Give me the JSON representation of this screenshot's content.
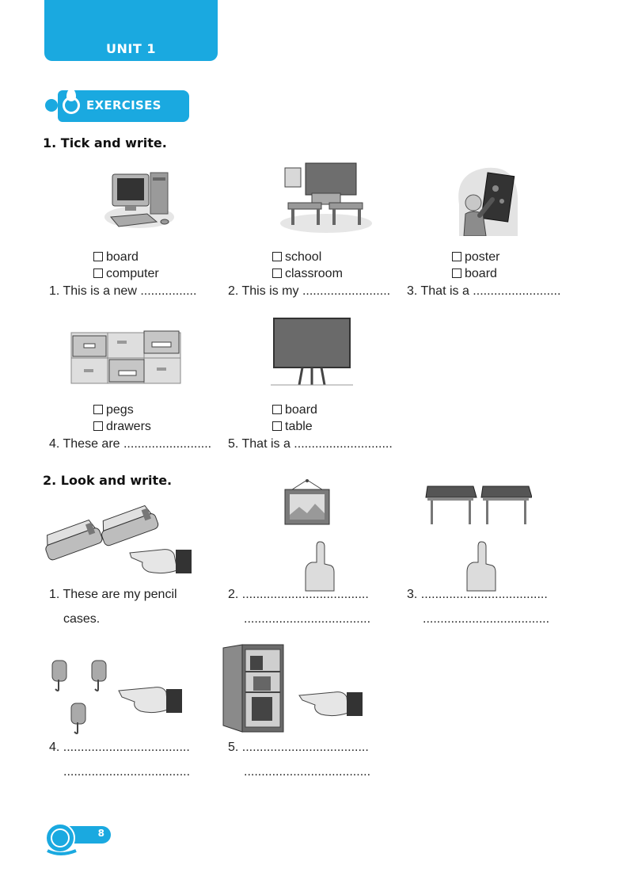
{
  "header": {
    "unit_label": "UNIT 1"
  },
  "banner": {
    "label": "EXERCISES"
  },
  "ex1": {
    "title": "1. Tick and write.",
    "items": [
      {
        "opt1": "board",
        "opt2": "computer",
        "sentence": "1. This is a new ................",
        "image": "computer-icon"
      },
      {
        "opt1": "school",
        "opt2": "classroom",
        "sentence": "2. This is my .........................",
        "image": "classroom-icon"
      },
      {
        "opt1": "poster",
        "opt2": "board",
        "sentence": "3. That is a .........................",
        "image": "poster-icon"
      },
      {
        "opt1": "pegs",
        "opt2": "drawers",
        "sentence": "4. These are .........................",
        "image": "drawers-icon"
      },
      {
        "opt1": "board",
        "opt2": "table",
        "sentence": "5. That is a ............................",
        "image": "board-icon"
      }
    ]
  },
  "ex2": {
    "title": "2. Look and write.",
    "items": [
      {
        "line1": "1. These are my pencil",
        "line2": "cases."
      },
      {
        "line1": "2. ....................................",
        "line2": "...................................."
      },
      {
        "line1": "3. ....................................",
        "line2": "...................................."
      },
      {
        "line1": "4. ....................................",
        "line2": "...................................."
      },
      {
        "line1": "5. ....................................",
        "line2": "...................................."
      }
    ]
  },
  "footer": {
    "page_number": "8"
  },
  "colors": {
    "accent": "#1aa9e0"
  }
}
